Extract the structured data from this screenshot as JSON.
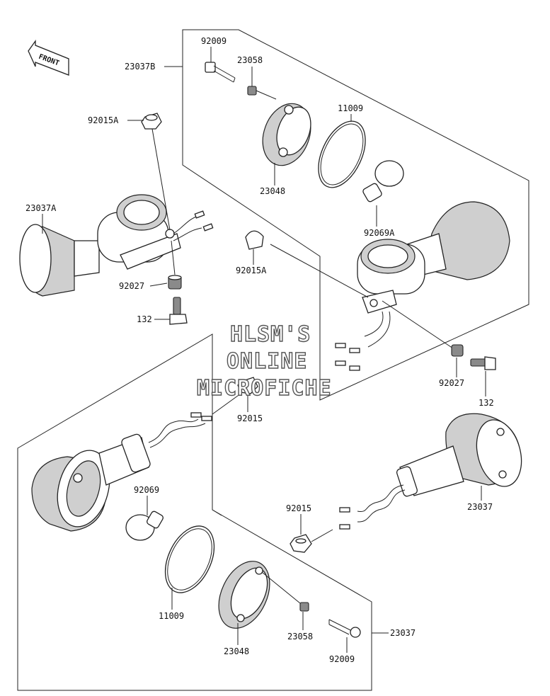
{
  "watermark": [
    "HLSM'S",
    "ONLINE",
    "MICROFICHE"
  ],
  "front_arrow": "FRONT",
  "callouts": {
    "c23037B": "23037B",
    "c92009_top": "92009",
    "c23058_top": "23058",
    "c11009_top": "11009",
    "c23048_top": "23048",
    "c92069A": "92069A",
    "c92015A_left": "92015A",
    "c23037A": "23037A",
    "c92027_left": "92027",
    "c132_left": "132",
    "c92015A_mid": "92015A",
    "c92027_right": "92027",
    "c132_right": "132",
    "c92015_mid": "92015",
    "c92069": "92069",
    "c11009_bot": "11009",
    "c23048_bot": "23048",
    "c23058_bot": "23058",
    "c92009_bot": "92009",
    "c92015_bot": "92015",
    "c23037_mid": "23037",
    "c23037_bot": "23037"
  }
}
